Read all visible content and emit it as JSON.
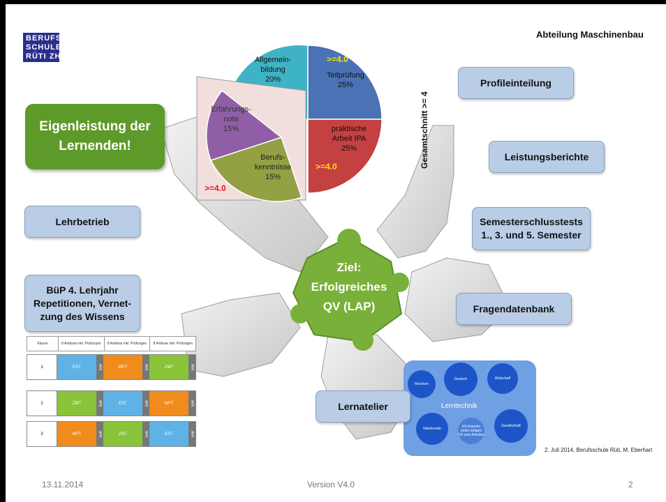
{
  "header": {
    "logo": [
      "BERUFS",
      "SCHULE",
      "RÜTI ZH"
    ],
    "department": "Abteilung Maschinenbau"
  },
  "pie": {
    "slices": [
      {
        "label": "Allgemein-\nbildung",
        "value": "20%",
        "color": "#3fb3c6"
      },
      {
        "label": "Teilprüfung",
        "value": "25%",
        "color": "#4a72b4",
        "threshold": ">=4.0"
      },
      {
        "label": "praktische\nArbeit IPA",
        "value": "25%",
        "color": "#c54040",
        "threshold": ">=4.0"
      },
      {
        "label": "Erfahrungs-\nnote",
        "value": "15%",
        "color": "#8f5ea6"
      },
      {
        "label": "Berufs-\nkenntnisse",
        "value": "15%",
        "color": "#93a043"
      }
    ],
    "inset_threshold": ">=4.0",
    "overall": "Gesamtschnitt  >= 4"
  },
  "left_boxes": {
    "green": [
      "Eigenleistung der",
      "Lernenden!"
    ],
    "company": "Lehrbetrieb",
    "buep": [
      "BüP 4. Lehrjahr",
      "Repetitionen, Vernet-",
      "zung des Wissens"
    ]
  },
  "right_boxes": {
    "profile": "Profileinteilung",
    "reports": "Leistungsberichte",
    "tests": [
      "Semesterschlusstests",
      "1., 3. und 5. Semester"
    ],
    "questions": "Fragendatenbank",
    "atelier": "Lernatelier"
  },
  "goal": [
    "Ziel:",
    "Erfolgreiches",
    "QV  (LAP)"
  ],
  "plan": {
    "header": [
      "Klasse",
      "8 Anlässe inkl. Prüfungen",
      "8 Anlässe inkl. Prüfungen",
      "8 Anlässe inkl. Prüfungen"
    ],
    "afk": "AFK",
    "rows": [
      {
        "klasse": "1",
        "cells": [
          {
            "t": "EST",
            "c": "#5fb2e6"
          },
          {
            "t": "WFT",
            "c": "#f08c1d"
          },
          {
            "t": "ZMT",
            "c": "#88c33a"
          }
        ]
      },
      {
        "klasse": "2",
        "cells": [
          {
            "t": "ZMT",
            "c": "#88c33a"
          },
          {
            "t": "EST",
            "c": "#5fb2e6"
          },
          {
            "t": "WFT",
            "c": "#f08c1d"
          }
        ]
      },
      {
        "klasse": "3",
        "cells": [
          {
            "t": "WFT",
            "c": "#f08c1d"
          },
          {
            "t": "ZMT",
            "c": "#88c33a"
          },
          {
            "t": "EST",
            "c": "#5fb2e6"
          }
        ]
      }
    ]
  },
  "lerntechnik": {
    "title": "Lerntechnik",
    "bubbles": [
      "Rechnen",
      "Deutsch",
      "Wirtschaft",
      "Naturkunde",
      "Ich brauche einen ruhigen Ort zum Arbeiten",
      "Gesellschaft"
    ]
  },
  "credit": "2. Juli 2014, Berufsschule Rüti, M. Eberhart",
  "footer": {
    "date": "13.11.2014",
    "version": "Version V4.0",
    "page": "2"
  }
}
